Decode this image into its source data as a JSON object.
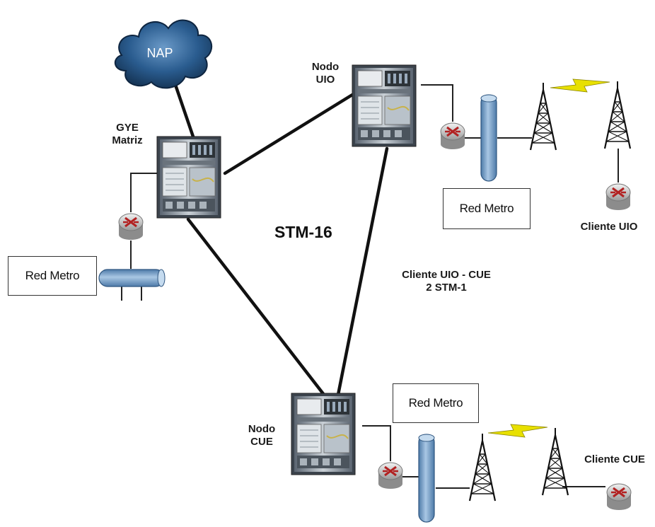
{
  "diagram": {
    "nap_label": "NAP",
    "gye_label_line1": "GYE",
    "gye_label_line2": "Matriz",
    "uio_label_line1": "Nodo",
    "uio_label_line2": "UIO",
    "cue_label_line1": "Nodo",
    "cue_label_line2": "CUE",
    "ring_label": "STM-16",
    "red_metro_left": "Red Metro",
    "red_metro_uio": "Red Metro",
    "red_metro_cue": "Red Metro",
    "cliente_uio": "Cliente UIO",
    "cliente_cue": "Cliente CUE",
    "link_label_line1": "Cliente UIO - CUE",
    "link_label_line2": "2 STM-1"
  },
  "colors": {
    "cloud": "#2a5c8f",
    "pipe": "#7fa8cf",
    "router": "#d9d9d9",
    "router_cross": "#b22222",
    "lightning": "#e8e000",
    "link": "#111111"
  },
  "icons": [
    "cloud-icon",
    "equipment-rack-icon",
    "router-icon",
    "pipe-icon",
    "antenna-tower-icon",
    "lightning-icon"
  ]
}
